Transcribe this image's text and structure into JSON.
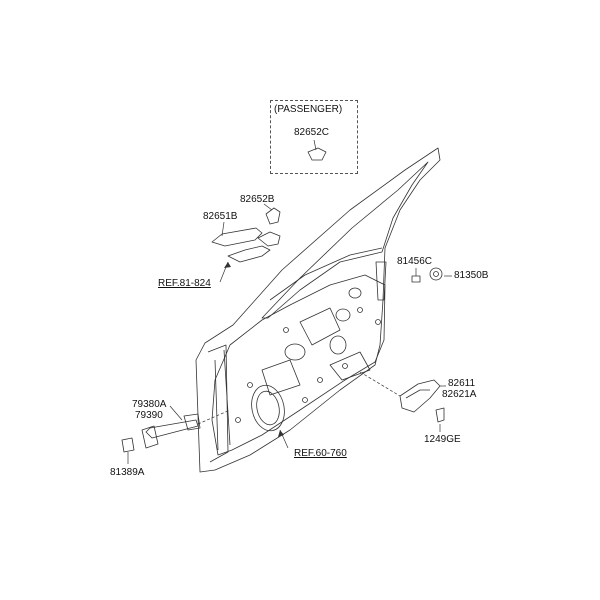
{
  "passenger_box": {
    "title": "(PASSENGER)",
    "part": "82652C"
  },
  "labels": {
    "p82652B": "82652B",
    "p82651B": "82651B",
    "ref81": "REF.81-824",
    "p81456C": "81456C",
    "p81350B": "81350B",
    "p82611": "82611",
    "p82621A": "82621A",
    "p1249GE": "1249GE",
    "p79380A": "79380A",
    "p79390": "79390",
    "p81389A": "81389A",
    "ref60": "REF.60-760"
  }
}
